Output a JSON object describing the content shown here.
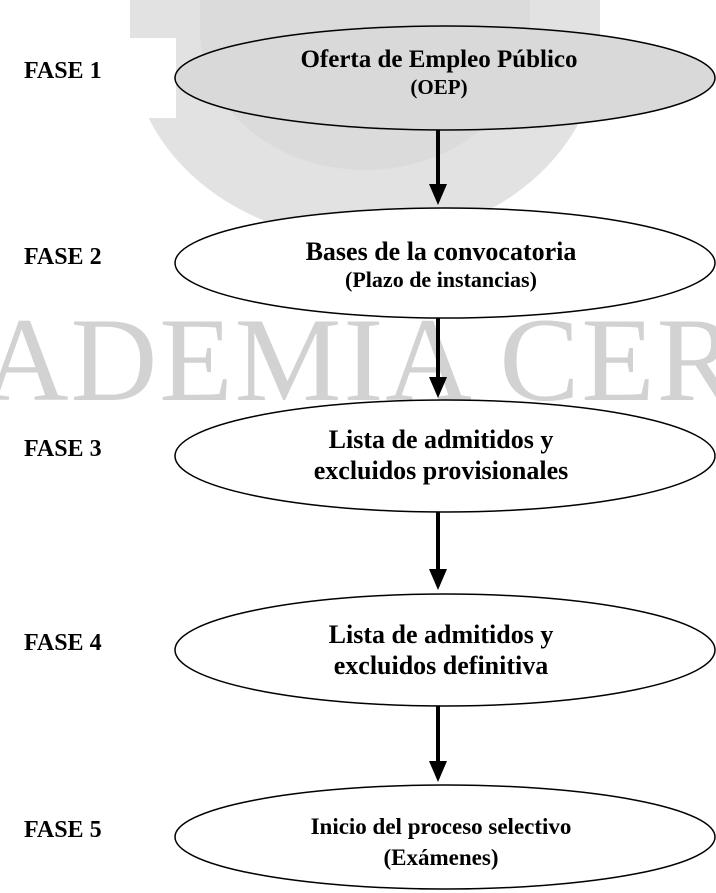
{
  "watermark": {
    "text": "ADEMIA CERV"
  },
  "phases": [
    {
      "label": "FASE 1",
      "title": "Oferta de Empleo Público",
      "subtitle": "(OEP)"
    },
    {
      "label": "FASE 2",
      "title": "Bases de la convocatoria",
      "subtitle": "(Plazo de instancias)"
    },
    {
      "label": "FASE 3",
      "title": "Lista de admitidos y",
      "subtitle": "excluidos provisionales"
    },
    {
      "label": "FASE 4",
      "title": "Lista de admitidos y",
      "subtitle": "excluidos definitiva"
    },
    {
      "label": "FASE 5",
      "title": "Inicio del proceso selectivo",
      "subtitle": "(Exámenes)"
    }
  ],
  "colors": {
    "first_node_fill": "#d9d9d9",
    "node_fill": "#ffffff",
    "stroke": "#000000",
    "watermark": "#d2d2d2"
  }
}
